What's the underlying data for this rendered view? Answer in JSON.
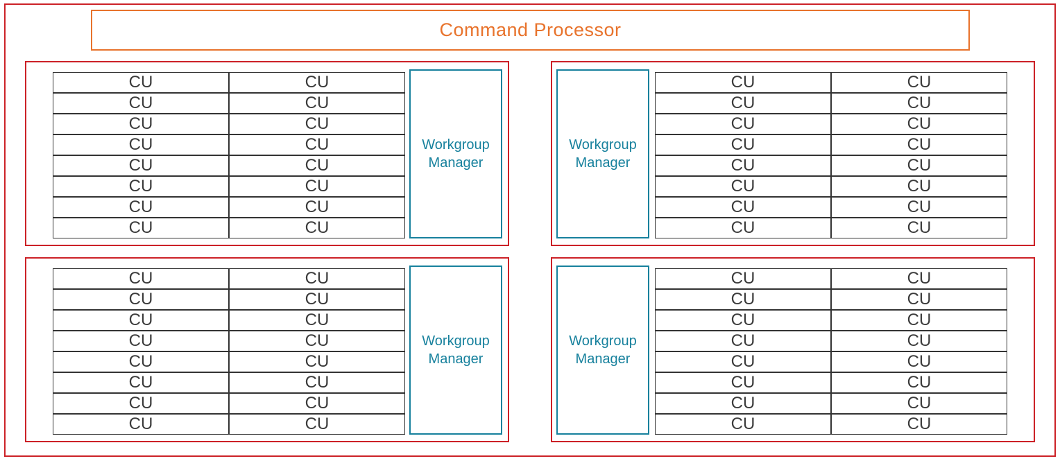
{
  "diagram": {
    "kind": "gpu-architecture-block-diagram"
  },
  "colors": {
    "boundary_red": "#cc2127",
    "command_processor_orange": "#e8732c",
    "workgroup_manager_teal": "#17819d",
    "cu_text": "#3b3b3b",
    "cu_border": "#333333",
    "background": "#ffffff"
  },
  "command_processor": {
    "label": "Command Processor"
  },
  "workgroup_manager": {
    "label": "Workgroup Manager"
  },
  "cu": {
    "label": "CU"
  },
  "blocks": [
    {
      "position": "top-left",
      "workgroup_manager_side": "right",
      "cu_rows": 8,
      "cu_columns": 2,
      "cu_count": 16
    },
    {
      "position": "top-right",
      "workgroup_manager_side": "left",
      "cu_rows": 8,
      "cu_columns": 2,
      "cu_count": 16
    },
    {
      "position": "bottom-left",
      "workgroup_manager_side": "right",
      "cu_rows": 8,
      "cu_columns": 2,
      "cu_count": 16
    },
    {
      "position": "bottom-right",
      "workgroup_manager_side": "left",
      "cu_rows": 8,
      "cu_columns": 2,
      "cu_count": 16
    }
  ]
}
